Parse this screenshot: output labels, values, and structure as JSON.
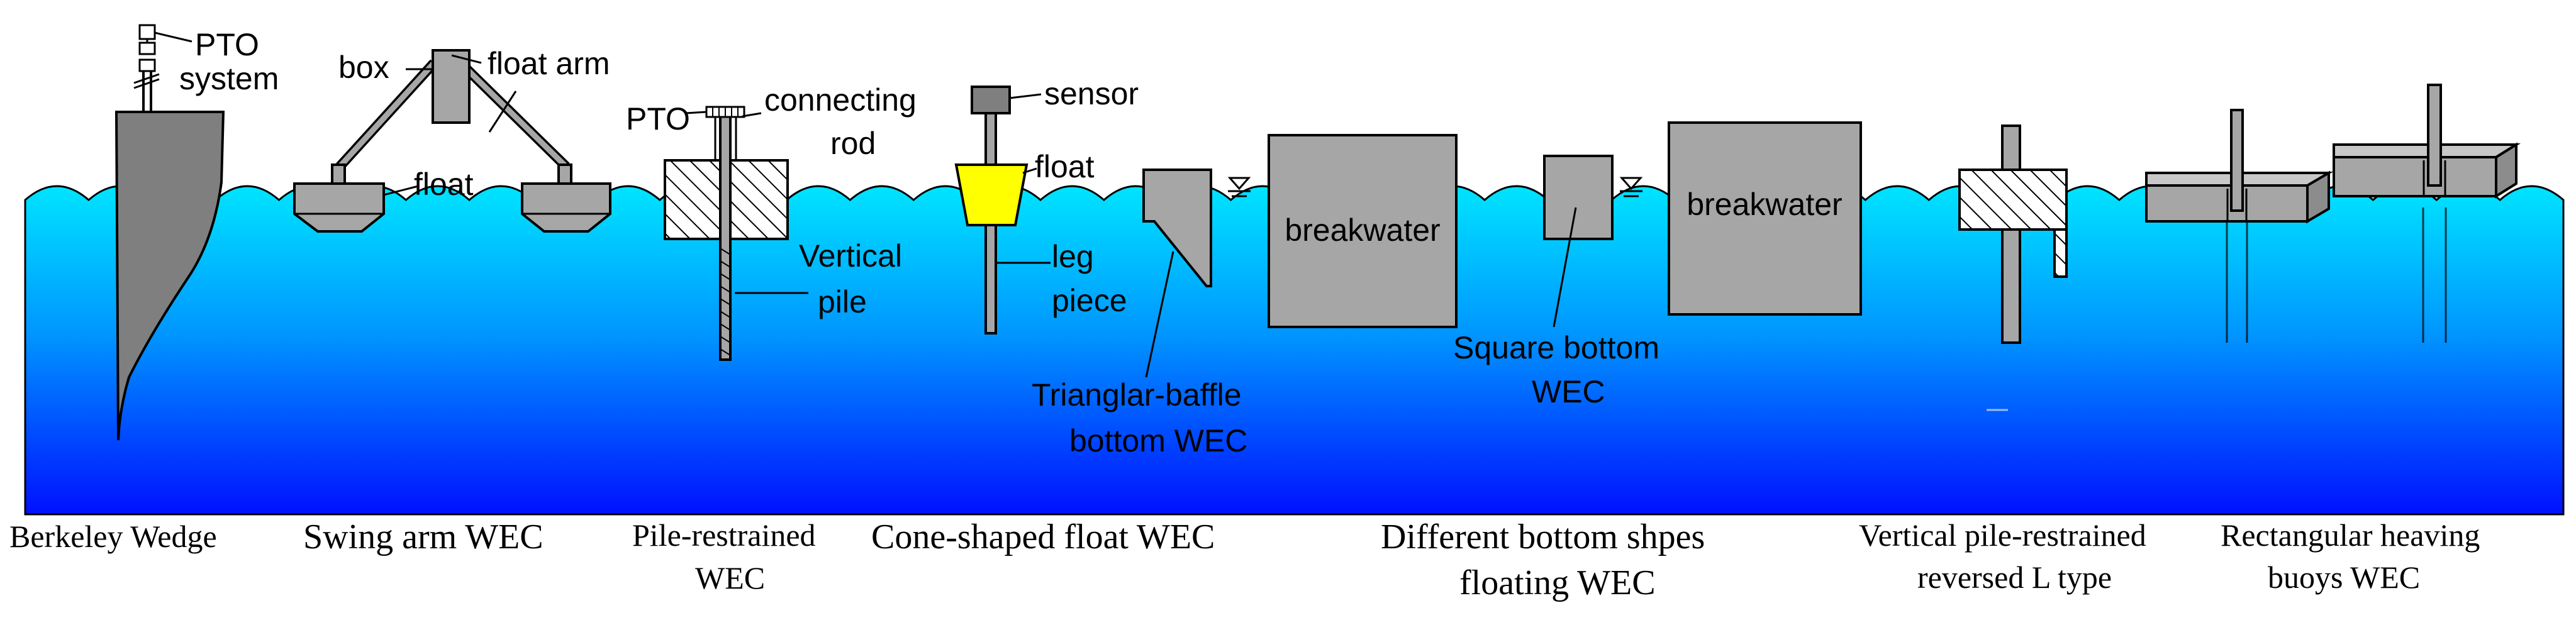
{
  "colors": {
    "water_top": "#00e4ff",
    "water_mid": "#0096ff",
    "water_bottom": "#0010ff",
    "device_gray": "#a6a6a6",
    "device_dark": "#7f7f7f",
    "float_yellow": "#ffff00"
  },
  "captions": [
    "Berkeley Wedge",
    "Swing arm WEC",
    [
      "Pile-restrained",
      "WEC"
    ],
    "Cone-shaped float WEC",
    [
      "Different  bottom shpes",
      "floating WEC"
    ],
    [
      "Vertical pile-restrained",
      "reversed L type"
    ],
    [
      "Rectangular heaving",
      "buoys WEC"
    ]
  ],
  "labels": {
    "pto_system": [
      "PTO",
      "system"
    ],
    "box": "box",
    "float_arm": "float arm",
    "float_swing": "float",
    "pto_pile": "PTO",
    "connecting_rod": [
      "connecting",
      "rod"
    ],
    "vertical_pile": [
      "Vertical",
      "pile"
    ],
    "sensor": "sensor",
    "float_cone": "float",
    "leg_piece": [
      "leg",
      "piece"
    ],
    "triangular_baffle": [
      "Trianglar-baffle",
      "bottom WEC"
    ],
    "breakwater_1": "breakwater",
    "square_bottom": [
      "Square bottom",
      "WEC"
    ],
    "breakwater_2": "breakwater"
  }
}
